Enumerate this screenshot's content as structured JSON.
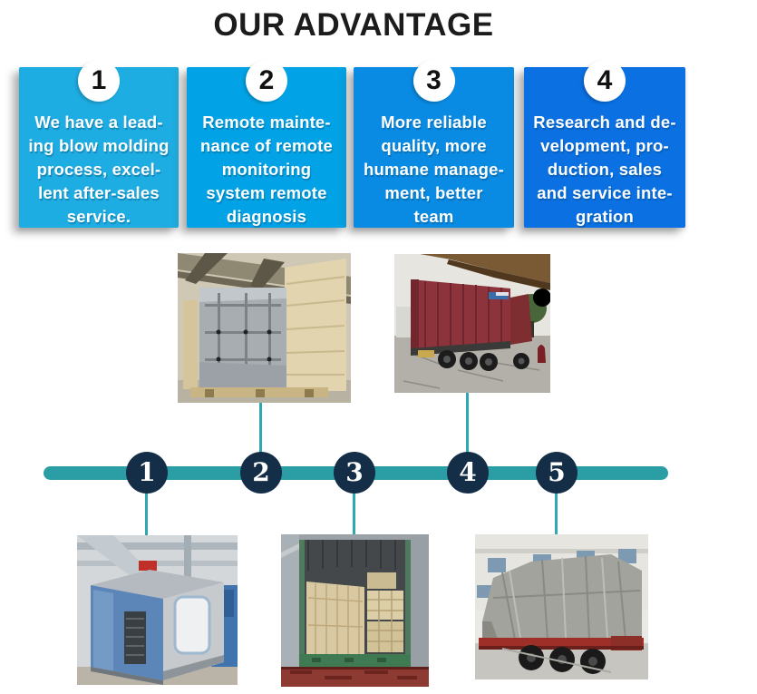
{
  "page": {
    "title": "OUR ADVANTAGE",
    "background": "#ffffff"
  },
  "advantages": {
    "cards": [
      {
        "number": "1",
        "color": "#1eade2",
        "text": "We have a lead-\ning blow molding\nprocess, excel-\nlent after-sales\nservice."
      },
      {
        "number": "2",
        "color": "#01a3e6",
        "text": "Remote mainte-\nnance of remote\nmonitoring\nsystem remote\ndiagnosis"
      },
      {
        "number": "3",
        "color": "#0a8be3",
        "text": "More reliable\nquality, more\nhumane manage-\nment, better\nteam"
      },
      {
        "number": "4",
        "color": "#0b70e2",
        "text": "Research and de-\nvelopment, pro-\nduction, sales\nand service inte-\ngration"
      }
    ]
  },
  "timeline": {
    "bar_color": "#2b9da5",
    "circle_color": "#152e47",
    "steps": [
      {
        "number": "1",
        "photo": "blow-molding-machine-in-factory",
        "photo_position": "below"
      },
      {
        "number": "2",
        "photo": "machine-in-wooden-crate",
        "photo_position": "above"
      },
      {
        "number": "3",
        "photo": "wooden-crates-loaded-in-container",
        "photo_position": "below"
      },
      {
        "number": "4",
        "photo": "red-container-truck",
        "photo_position": "above"
      },
      {
        "number": "5",
        "photo": "tarp-covered-truck-load",
        "photo_position": "below"
      }
    ]
  }
}
